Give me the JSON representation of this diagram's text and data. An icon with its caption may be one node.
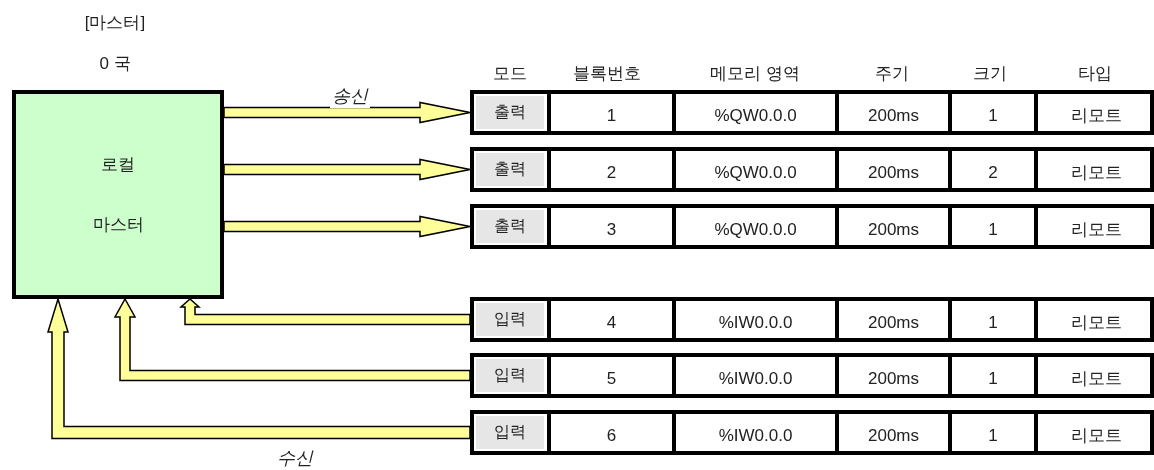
{
  "diagram": {
    "nodes": [
      {
        "text": [
          "로컬 마스터"
        ]
      },
      {
        "text": [
          "출력",
          "1",
          "%QW0.0.0",
          "200ms",
          "1",
          "리모트"
        ]
      },
      {
        "text": [
          "출력",
          "2",
          "%QW0.0.0",
          "200ms",
          "2",
          "리모트"
        ]
      },
      {
        "text": [
          "출력",
          "3",
          "%QW0.0.0",
          "200ms",
          "1",
          "리모트"
        ]
      },
      {
        "text": [
          "입력",
          "4",
          "%IW0.0.0",
          "200ms",
          "1",
          "리모트"
        ]
      },
      {
        "text": [
          "입력",
          "5",
          "%IW0.0.0",
          "200ms",
          "1",
          "리모트"
        ]
      },
      {
        "text": [
          "입력",
          "6",
          "%IW0.0.0",
          "200ms",
          "1",
          "리모트"
        ]
      }
    ],
    "edges": [
      {
        "from": 0,
        "to": 1,
        "arrow": "to",
        "label": "송신"
      },
      {
        "from": 0,
        "to": 2,
        "arrow": "to"
      },
      {
        "from": 0,
        "to": 3,
        "arrow": "to"
      },
      {
        "from": 4,
        "to": 0,
        "arrow": "to"
      },
      {
        "from": 5,
        "to": 0,
        "arrow": "to"
      },
      {
        "from": 6,
        "to": 0,
        "arrow": "to",
        "label": "수신"
      }
    ],
    "labels": [
      "[마스터]",
      "0 국",
      "모드",
      "블록번호",
      "메모리 영역",
      "주기",
      "크기",
      "타입"
    ]
  }
}
